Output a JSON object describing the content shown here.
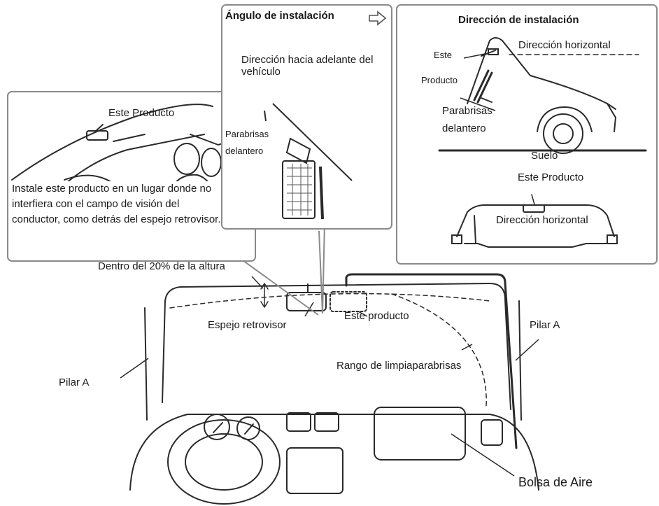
{
  "panel_left": {
    "product_label": "Este Producto",
    "instruction": "Instale este producto en un lugar donde no interfiera con el campo de visión del conductor, como detrás del espejo retrovisor."
  },
  "panel_angle": {
    "title": "Ángulo de instalación",
    "forward_direction": "Dirección hacia adelante del vehículo",
    "windshield_line1": "Parabrisas",
    "windshield_line2": "delantero"
  },
  "panel_direction": {
    "title": "Dirección de instalación",
    "product_line1": "Este",
    "product_line2": "Producto",
    "horizontal_direction": "Dirección horizontal",
    "windshield_line1": "Parabrisas",
    "windshield_line2": "delantero",
    "ground": "Suelo",
    "product_label_2": "Este Producto",
    "horizontal_direction_2": "Dirección horizontal"
  },
  "main": {
    "height_note": "Dentro del 20% de la altura",
    "rearview_mirror": "Espejo retrovisor",
    "this_product": "Este producto",
    "pillar_left": "Pilar A",
    "pillar_right": "Pilar A",
    "wiper_range": "Rango de limpiaparabrisas",
    "airbag": "Bolsa de Aire"
  }
}
